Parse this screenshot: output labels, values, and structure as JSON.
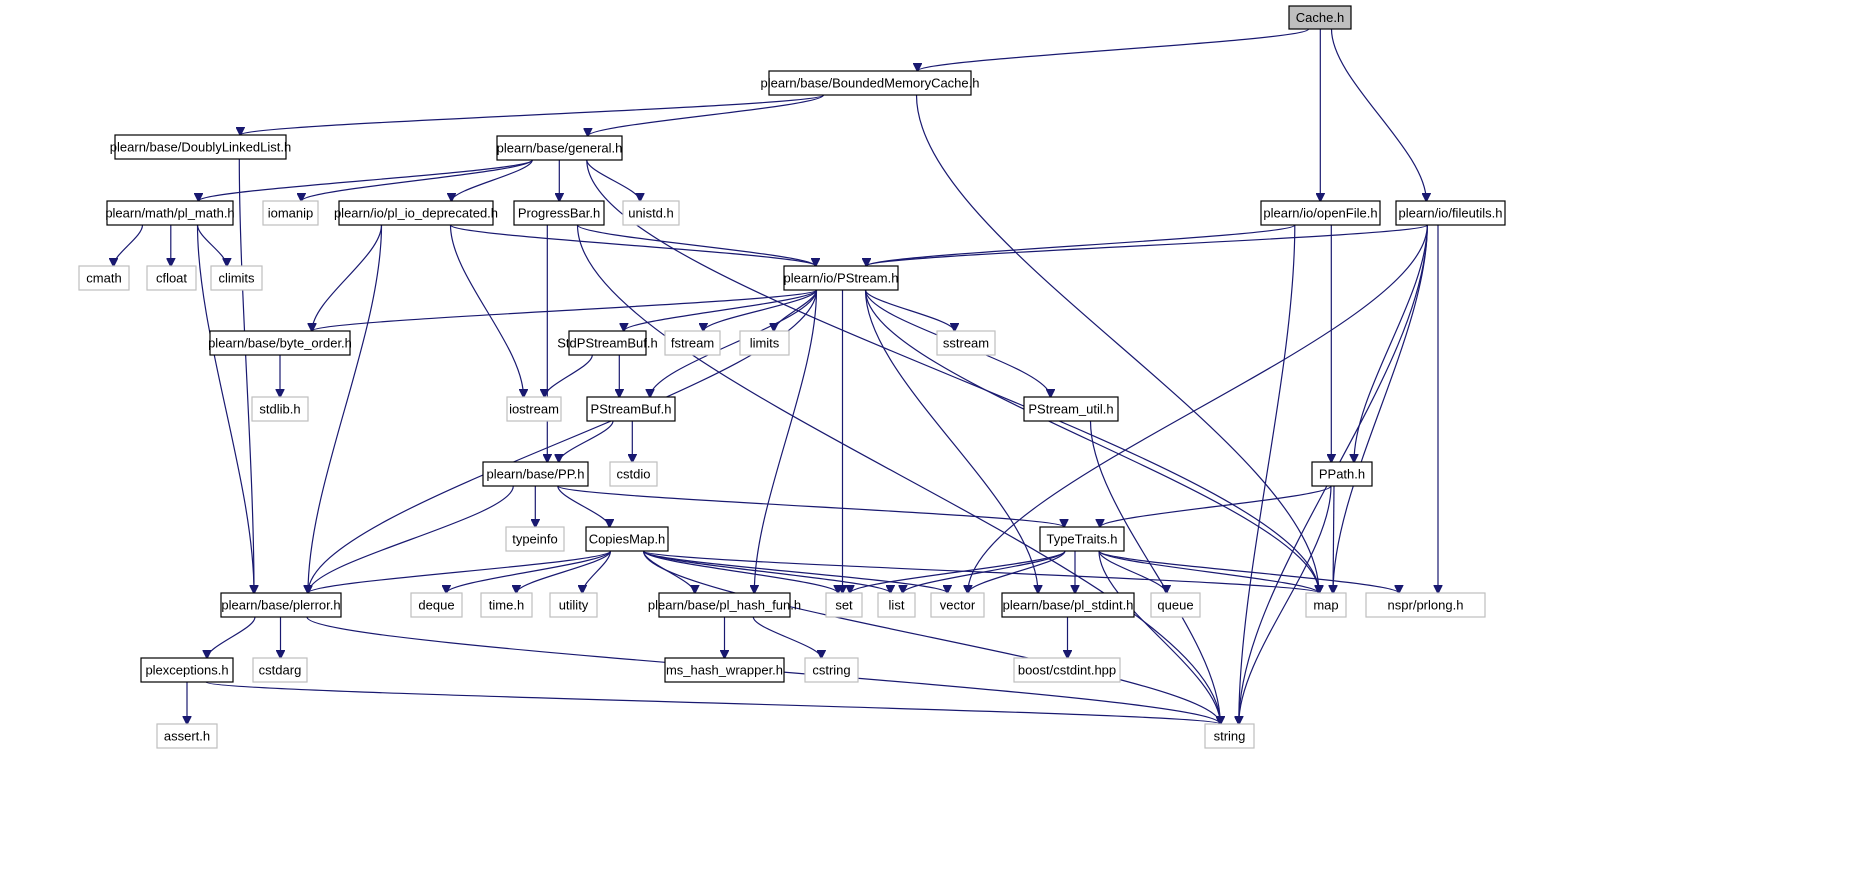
{
  "colors": {
    "edge": "#191970",
    "root_fill": "#bfbfbf",
    "internal_border": "#000000",
    "external_border": "#bfbfbf",
    "text": "#000000"
  },
  "nodes": [
    {
      "id": "cache",
      "label": "Cache.h",
      "kind": "root"
    },
    {
      "id": "bmc",
      "label": "plearn/base/BoundedMemoryCache.h",
      "kind": "internal"
    },
    {
      "id": "dll",
      "label": "plearn/base/DoublyLinkedList.h",
      "kind": "internal"
    },
    {
      "id": "general",
      "label": "plearn/base/general.h",
      "kind": "internal"
    },
    {
      "id": "plmath",
      "label": "plearn/math/pl_math.h",
      "kind": "internal"
    },
    {
      "id": "iomanip",
      "label": "iomanip",
      "kind": "external"
    },
    {
      "id": "plio",
      "label": "plearn/io/pl_io_deprecated.h",
      "kind": "internal"
    },
    {
      "id": "progress",
      "label": "ProgressBar.h",
      "kind": "internal"
    },
    {
      "id": "unistd",
      "label": "unistd.h",
      "kind": "external"
    },
    {
      "id": "openfile",
      "label": "plearn/io/openFile.h",
      "kind": "internal"
    },
    {
      "id": "fileutils",
      "label": "plearn/io/fileutils.h",
      "kind": "internal"
    },
    {
      "id": "cmath",
      "label": "cmath",
      "kind": "external"
    },
    {
      "id": "cfloat",
      "label": "cfloat",
      "kind": "external"
    },
    {
      "id": "climits",
      "label": "climits",
      "kind": "external"
    },
    {
      "id": "pstream",
      "label": "plearn/io/PStream.h",
      "kind": "internal"
    },
    {
      "id": "byteorder",
      "label": "plearn/base/byte_order.h",
      "kind": "internal"
    },
    {
      "id": "stdpsb",
      "label": "StdPStreamBuf.h",
      "kind": "internal"
    },
    {
      "id": "fstream",
      "label": "fstream",
      "kind": "external"
    },
    {
      "id": "limits",
      "label": "limits",
      "kind": "external"
    },
    {
      "id": "sstream",
      "label": "sstream",
      "kind": "external"
    },
    {
      "id": "stdlib",
      "label": "stdlib.h",
      "kind": "external"
    },
    {
      "id": "iostream",
      "label": "iostream",
      "kind": "external"
    },
    {
      "id": "psb",
      "label": "PStreamBuf.h",
      "kind": "internal"
    },
    {
      "id": "psutil",
      "label": "PStream_util.h",
      "kind": "internal"
    },
    {
      "id": "cstdio",
      "label": "cstdio",
      "kind": "external"
    },
    {
      "id": "pp",
      "label": "plearn/base/PP.h",
      "kind": "internal"
    },
    {
      "id": "ppath",
      "label": "PPath.h",
      "kind": "internal"
    },
    {
      "id": "typeinfo",
      "label": "typeinfo",
      "kind": "external"
    },
    {
      "id": "copiesmap",
      "label": "CopiesMap.h",
      "kind": "internal"
    },
    {
      "id": "typetraits",
      "label": "TypeTraits.h",
      "kind": "internal"
    },
    {
      "id": "plerror",
      "label": "plearn/base/plerror.h",
      "kind": "internal"
    },
    {
      "id": "deque",
      "label": "deque",
      "kind": "external"
    },
    {
      "id": "timeh",
      "label": "time.h",
      "kind": "external"
    },
    {
      "id": "utility",
      "label": "utility",
      "kind": "external"
    },
    {
      "id": "hashfun",
      "label": "plearn/base/pl_hash_fun.h",
      "kind": "internal"
    },
    {
      "id": "set",
      "label": "set",
      "kind": "external"
    },
    {
      "id": "list",
      "label": "list",
      "kind": "external"
    },
    {
      "id": "vector",
      "label": "vector",
      "kind": "external"
    },
    {
      "id": "stdint",
      "label": "plearn/base/pl_stdint.h",
      "kind": "internal"
    },
    {
      "id": "queue",
      "label": "queue",
      "kind": "external"
    },
    {
      "id": "map",
      "label": "map",
      "kind": "external"
    },
    {
      "id": "prlong",
      "label": "nspr/prlong.h",
      "kind": "external"
    },
    {
      "id": "plexceptions",
      "label": "plexceptions.h",
      "kind": "internal"
    },
    {
      "id": "cstdarg",
      "label": "cstdarg",
      "kind": "external"
    },
    {
      "id": "mshash",
      "label": "ms_hash_wrapper.h",
      "kind": "internal"
    },
    {
      "id": "cstring",
      "label": "cstring",
      "kind": "external"
    },
    {
      "id": "boostint",
      "label": "boost/cstdint.hpp",
      "kind": "external"
    },
    {
      "id": "asserth",
      "label": "assert.h",
      "kind": "external"
    },
    {
      "id": "string",
      "label": "string",
      "kind": "external"
    }
  ],
  "edges": [
    {
      "from": "cache",
      "to": "bmc"
    },
    {
      "from": "cache",
      "to": "openfile"
    },
    {
      "from": "cache",
      "to": "fileutils"
    },
    {
      "from": "bmc",
      "to": "dll"
    },
    {
      "from": "bmc",
      "to": "general"
    },
    {
      "from": "bmc",
      "to": "map"
    },
    {
      "from": "dll",
      "to": "plerror"
    },
    {
      "from": "general",
      "to": "plmath"
    },
    {
      "from": "general",
      "to": "iomanip"
    },
    {
      "from": "general",
      "to": "plio"
    },
    {
      "from": "general",
      "to": "progress"
    },
    {
      "from": "general",
      "to": "unistd"
    },
    {
      "from": "general",
      "to": "map"
    },
    {
      "from": "plmath",
      "to": "cmath"
    },
    {
      "from": "plmath",
      "to": "cfloat"
    },
    {
      "from": "plmath",
      "to": "climits"
    },
    {
      "from": "plmath",
      "to": "plerror"
    },
    {
      "from": "plio",
      "to": "pstream"
    },
    {
      "from": "plio",
      "to": "byteorder"
    },
    {
      "from": "plio",
      "to": "iostream"
    },
    {
      "from": "plio",
      "to": "plerror"
    },
    {
      "from": "progress",
      "to": "pstream"
    },
    {
      "from": "progress",
      "to": "pp"
    },
    {
      "from": "progress",
      "to": "string"
    },
    {
      "from": "openfile",
      "to": "pstream"
    },
    {
      "from": "openfile",
      "to": "ppath"
    },
    {
      "from": "openfile",
      "to": "string"
    },
    {
      "from": "fileutils",
      "to": "pstream"
    },
    {
      "from": "fileutils",
      "to": "ppath"
    },
    {
      "from": "fileutils",
      "to": "map"
    },
    {
      "from": "fileutils",
      "to": "vector"
    },
    {
      "from": "fileutils",
      "to": "prlong"
    },
    {
      "from": "fileutils",
      "to": "string"
    },
    {
      "from": "pstream",
      "to": "byteorder"
    },
    {
      "from": "pstream",
      "to": "stdpsb"
    },
    {
      "from": "pstream",
      "to": "fstream"
    },
    {
      "from": "pstream",
      "to": "limits"
    },
    {
      "from": "pstream",
      "to": "sstream"
    },
    {
      "from": "pstream",
      "to": "psb"
    },
    {
      "from": "pstream",
      "to": "psutil"
    },
    {
      "from": "pstream",
      "to": "plerror"
    },
    {
      "from": "pstream",
      "to": "hashfun"
    },
    {
      "from": "pstream",
      "to": "set"
    },
    {
      "from": "pstream",
      "to": "stdint"
    },
    {
      "from": "pstream",
      "to": "map"
    },
    {
      "from": "byteorder",
      "to": "stdlib"
    },
    {
      "from": "stdpsb",
      "to": "iostream"
    },
    {
      "from": "stdpsb",
      "to": "psb"
    },
    {
      "from": "psb",
      "to": "pp"
    },
    {
      "from": "psb",
      "to": "cstdio"
    },
    {
      "from": "psutil",
      "to": "string"
    },
    {
      "from": "pp",
      "to": "typeinfo"
    },
    {
      "from": "pp",
      "to": "copiesmap"
    },
    {
      "from": "pp",
      "to": "typetraits"
    },
    {
      "from": "pp",
      "to": "plerror"
    },
    {
      "from": "ppath",
      "to": "typetraits"
    },
    {
      "from": "ppath",
      "to": "map"
    },
    {
      "from": "ppath",
      "to": "string"
    },
    {
      "from": "copiesmap",
      "to": "plerror"
    },
    {
      "from": "copiesmap",
      "to": "deque"
    },
    {
      "from": "copiesmap",
      "to": "timeh"
    },
    {
      "from": "copiesmap",
      "to": "utility"
    },
    {
      "from": "copiesmap",
      "to": "hashfun"
    },
    {
      "from": "copiesmap",
      "to": "set"
    },
    {
      "from": "copiesmap",
      "to": "list"
    },
    {
      "from": "copiesmap",
      "to": "vector"
    },
    {
      "from": "copiesmap",
      "to": "map"
    },
    {
      "from": "copiesmap",
      "to": "string"
    },
    {
      "from": "typetraits",
      "to": "set"
    },
    {
      "from": "typetraits",
      "to": "list"
    },
    {
      "from": "typetraits",
      "to": "vector"
    },
    {
      "from": "typetraits",
      "to": "stdint"
    },
    {
      "from": "typetraits",
      "to": "queue"
    },
    {
      "from": "typetraits",
      "to": "map"
    },
    {
      "from": "typetraits",
      "to": "prlong"
    },
    {
      "from": "typetraits",
      "to": "string"
    },
    {
      "from": "plerror",
      "to": "plexceptions"
    },
    {
      "from": "plerror",
      "to": "cstdarg"
    },
    {
      "from": "plerror",
      "to": "string"
    },
    {
      "from": "plexceptions",
      "to": "asserth"
    },
    {
      "from": "plexceptions",
      "to": "string"
    },
    {
      "from": "hashfun",
      "to": "mshash"
    },
    {
      "from": "hashfun",
      "to": "cstring"
    },
    {
      "from": "stdint",
      "to": "boostint"
    }
  ]
}
